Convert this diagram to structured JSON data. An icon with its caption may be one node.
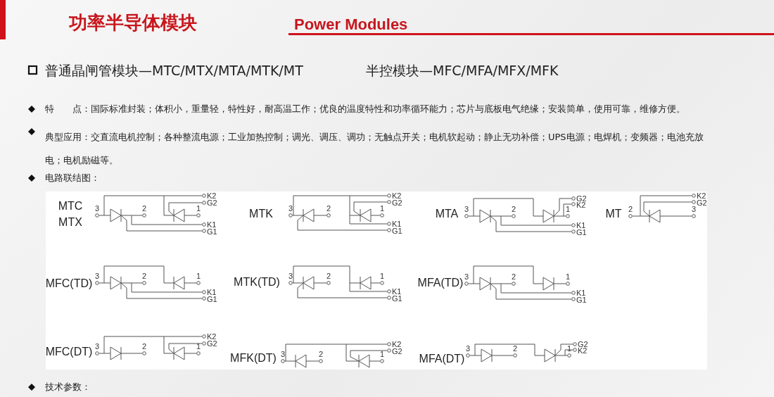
{
  "diagram": {
    "title": "功率半导体模块",
    "labels": [
      "Power Modules",
      "普通晶闸管模块—MTC/MTX/MTA/MTK/MT",
      "半控模块—MFC/MFA/MFX/MFK",
      "特　　点：国际标准封装；体积小，重量轻，特性好，耐高温工作；优良的温度特性和功率循环能力；芯片与底板电气绝缘；安装简单，使用可靠，维修方便。",
      "典型应用：交直流电机控制；各种整流电源；工业加热控制；调光、调压、调功；无触点开关；电机软起动；静止无功补偿；UPS电源；电焊机；变频器；电池充放电；电机励磁等。",
      "电路联结图：",
      "MTC",
      "MTX",
      "3",
      "2",
      "1",
      "K2",
      "G2",
      "K1",
      "G1",
      "MTK",
      "3",
      "2",
      "1",
      "K2",
      "G2",
      "K1",
      "G1",
      "MTA",
      "3",
      "2",
      "1",
      "G2",
      "K2",
      "K1",
      "G1",
      "MT",
      "2",
      "3",
      "K2",
      "G2",
      "MFC(TD)",
      "3",
      "2",
      "1",
      "K1",
      "G1",
      "MTK(TD)",
      "3",
      "2",
      "1",
      "K1",
      "G1",
      "MFA(TD)",
      "3",
      "2",
      "1",
      "K1",
      "G1",
      "MFC(DT)",
      "3",
      "2",
      "1",
      "K2",
      "G2",
      "MFK(DT)",
      "3",
      "2",
      "1",
      "K2",
      "G2",
      "MFA(DT)",
      "3",
      "2",
      "1",
      "G2",
      "K2",
      "技术参数："
    ]
  }
}
